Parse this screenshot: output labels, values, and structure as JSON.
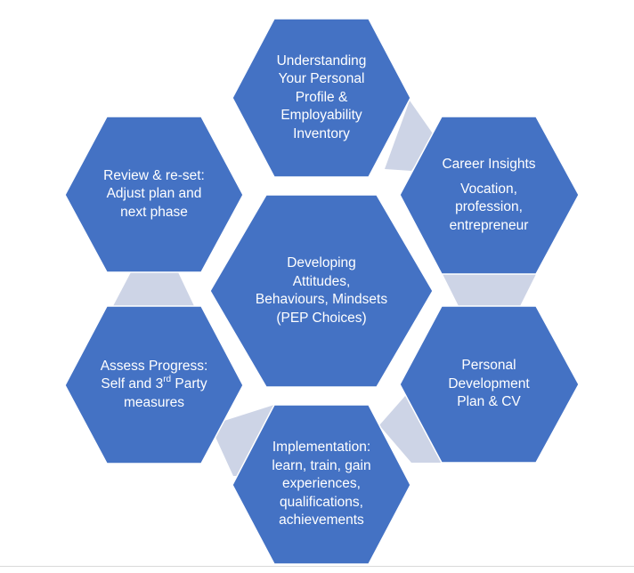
{
  "colors": {
    "hexagon_fill": "#4472c4",
    "connector_fill": "#cdd4e6",
    "text": "#ffffff",
    "background": "#ffffff"
  },
  "center": {
    "lines": [
      "Developing",
      "Attitudes,",
      "Behaviours, Mindsets",
      "(PEP Choices)"
    ]
  },
  "top": {
    "lines": [
      "Understanding",
      "Your Personal",
      "Profile &",
      "Employability",
      "Inventory"
    ]
  },
  "upper_right": {
    "title": "Career Insights",
    "lines": [
      "Vocation,",
      "profession,",
      "entrepreneur"
    ]
  },
  "lower_right": {
    "lines": [
      "Personal",
      "Development",
      "Plan & CV"
    ]
  },
  "bottom": {
    "lines": [
      "Implementation:",
      "learn, train, gain",
      "experiences,",
      "qualifications,",
      "achievements"
    ]
  },
  "lower_left": {
    "line1": "Assess Progress:",
    "line2_before": "Self and 3",
    "line2_sup": "rd",
    "line2_after": " Party",
    "line3": "measures"
  },
  "upper_left": {
    "lines": [
      "Review & re-set:",
      "Adjust plan and",
      "next phase"
    ]
  }
}
